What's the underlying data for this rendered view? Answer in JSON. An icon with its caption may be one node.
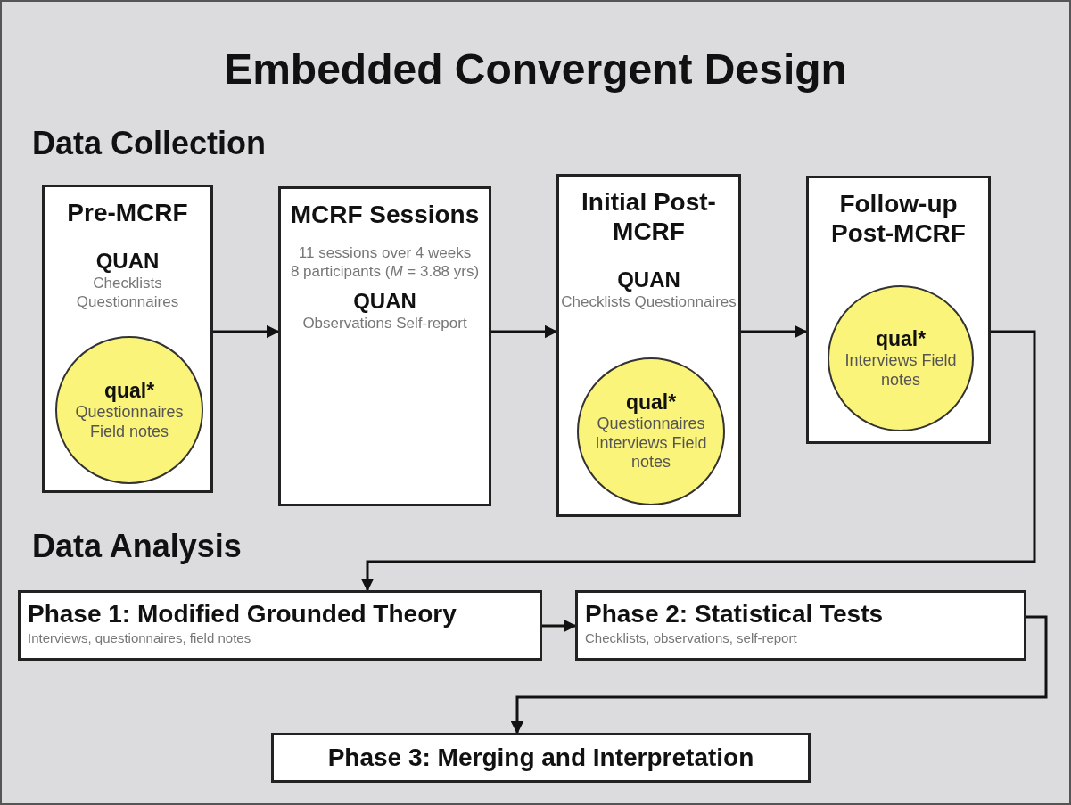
{
  "diagram": {
    "title": "Embedded Convergent Design",
    "nodes": [
      {
        "text": [
          "Pre-MCRF",
          "QUAN",
          "Checklists Questionnaires"
        ]
      },
      {
        "text": [
          "qual*",
          "Questionnaires Field notes"
        ],
        "in": 0
      },
      {
        "text": [
          "MCRF Sessions",
          "11 sessions over 4 weeks",
          "8 participants (*M* = 3.88 yrs)",
          "QUAN",
          "Observations Self-report"
        ]
      },
      {
        "text": [
          "Initial Post-MCRF",
          "QUAN",
          "Checklists Questionnaires"
        ]
      },
      {
        "text": [
          "qual*",
          "Questionnaires Interviews Field notes"
        ],
        "in": 3
      },
      {
        "text": [
          "Follow-up Post-MCRF"
        ]
      },
      {
        "text": [
          "qual*",
          "Interviews Field notes"
        ],
        "in": 5
      },
      {
        "text": [
          "Phase 1: Modified Grounded Theory",
          "Interviews, questionnaires, field notes"
        ]
      },
      {
        "text": [
          "Phase 2: Statistical Tests",
          "Checklists, observations, self-report"
        ]
      },
      {
        "text": [
          "Phase 3: Merging and Interpretation"
        ]
      }
    ],
    "edges": [
      {
        "from": 0,
        "to": 2,
        "arrow": "to"
      },
      {
        "from": 2,
        "to": 3,
        "arrow": "to"
      },
      {
        "from": 3,
        "to": 5,
        "arrow": "to"
      },
      {
        "from": 5,
        "to": 7,
        "arrow": "to"
      },
      {
        "from": 7,
        "to": 8,
        "arrow": "to"
      },
      {
        "from": 8,
        "to": 9,
        "arrow": "to"
      }
    ],
    "labels": [
      "Data Collection",
      "Data Analysis"
    ]
  }
}
